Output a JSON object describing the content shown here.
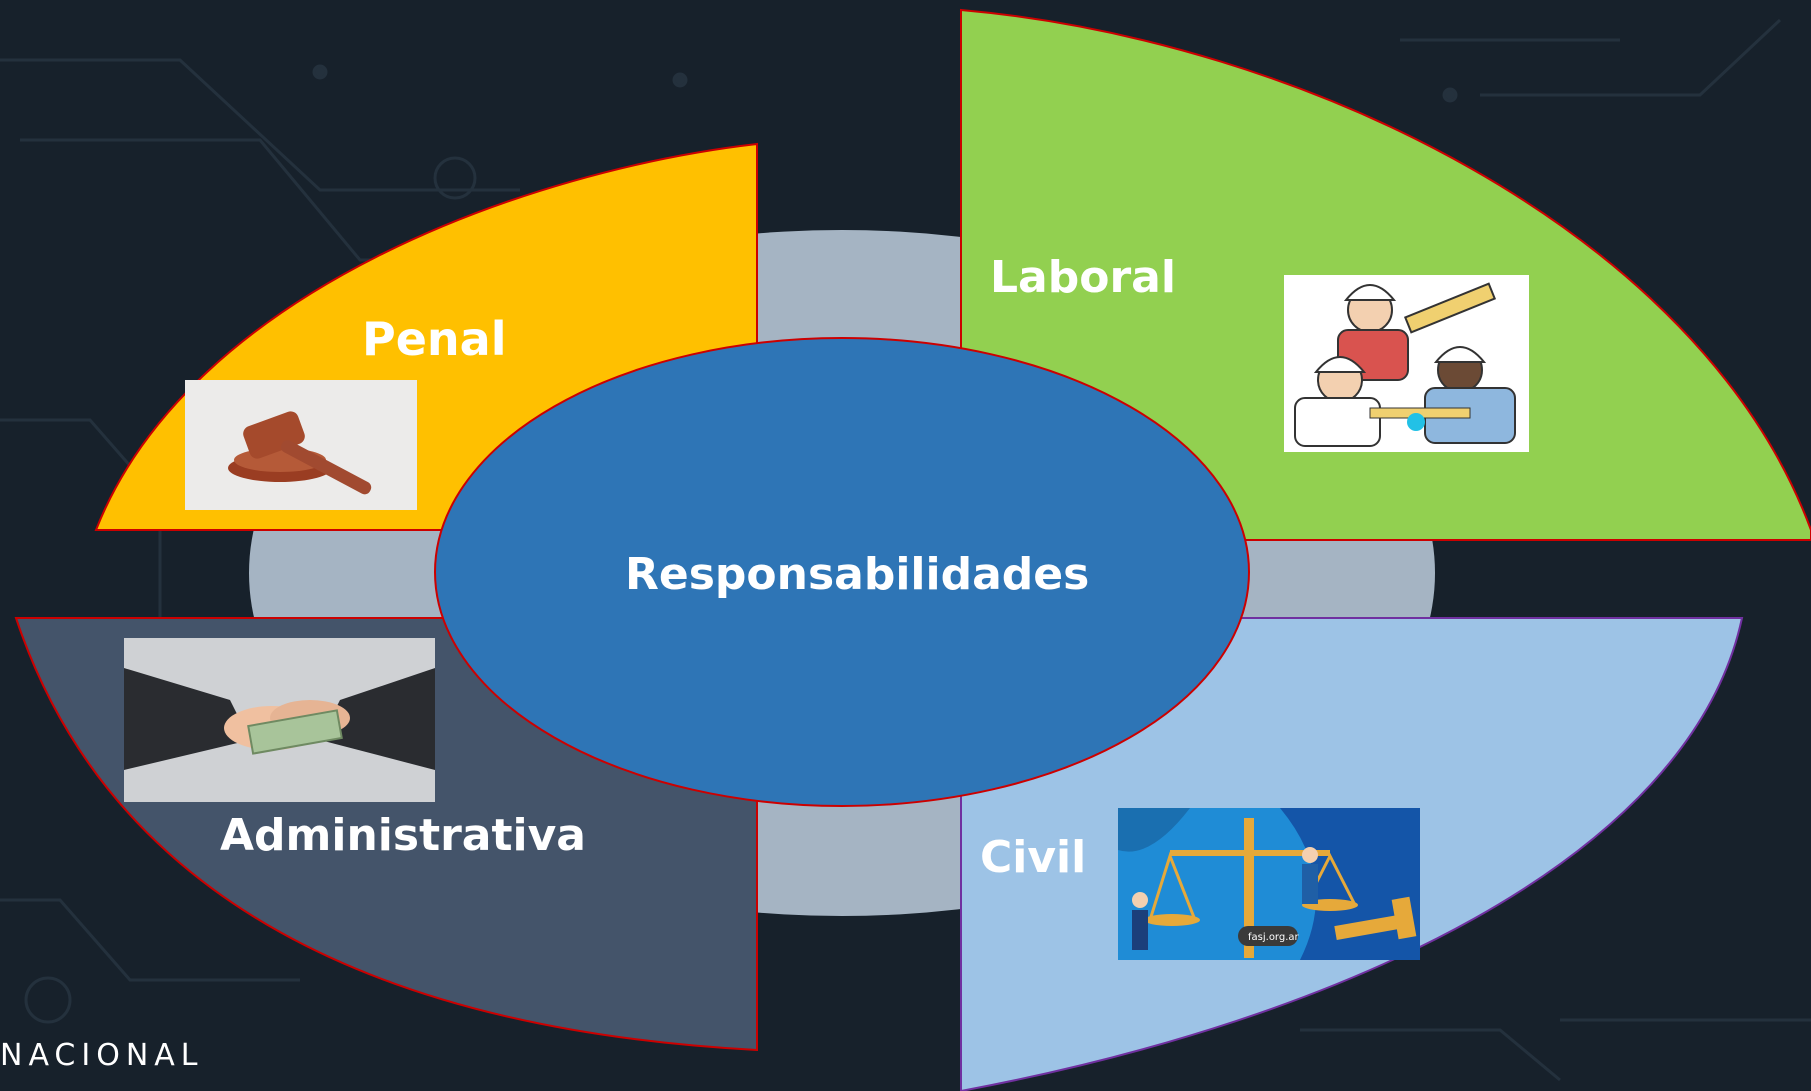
{
  "diagram": {
    "center": {
      "label": "Responsabilidades"
    },
    "segments": [
      {
        "id": "penal",
        "label": "Penal",
        "color": "#ffc000",
        "image_icon": "gavel-icon"
      },
      {
        "id": "laboral",
        "label": "Laboral",
        "color": "#92d050",
        "image_icon": "workers-icon"
      },
      {
        "id": "administrativa",
        "label": "Administrativa",
        "color": "#44546a",
        "image_icon": "handshake-money-icon"
      },
      {
        "id": "civil",
        "label": "Civil",
        "color": "#9dc3e6",
        "image_icon": "justice-scale-icon"
      }
    ],
    "ring_color": "#a5b4c3",
    "center_color": "#2e75b6",
    "outline_color": "#cc0000"
  },
  "footer": {
    "brand": "NACIONAL"
  },
  "watermark": {
    "text": "fasj.org.ar"
  }
}
